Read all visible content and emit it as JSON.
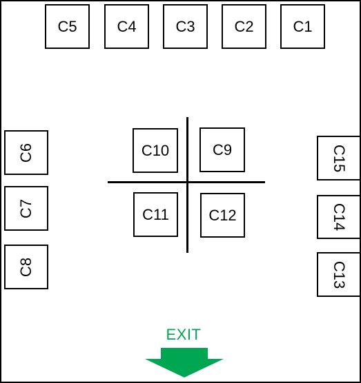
{
  "diagram": {
    "booths": {
      "c1": "C1",
      "c2": "C2",
      "c3": "C3",
      "c4": "C4",
      "c5": "C5",
      "c6": "C6",
      "c7": "C7",
      "c8": "C8",
      "c9": "C9",
      "c10": "C10",
      "c11": "C11",
      "c12": "C12",
      "c13": "C13",
      "c14": "C14",
      "c15": "C15"
    },
    "exit": {
      "label": "EXIT",
      "color": "#00a651",
      "arrow_icon": "arrow-down-icon"
    },
    "line_color": "#000000"
  }
}
